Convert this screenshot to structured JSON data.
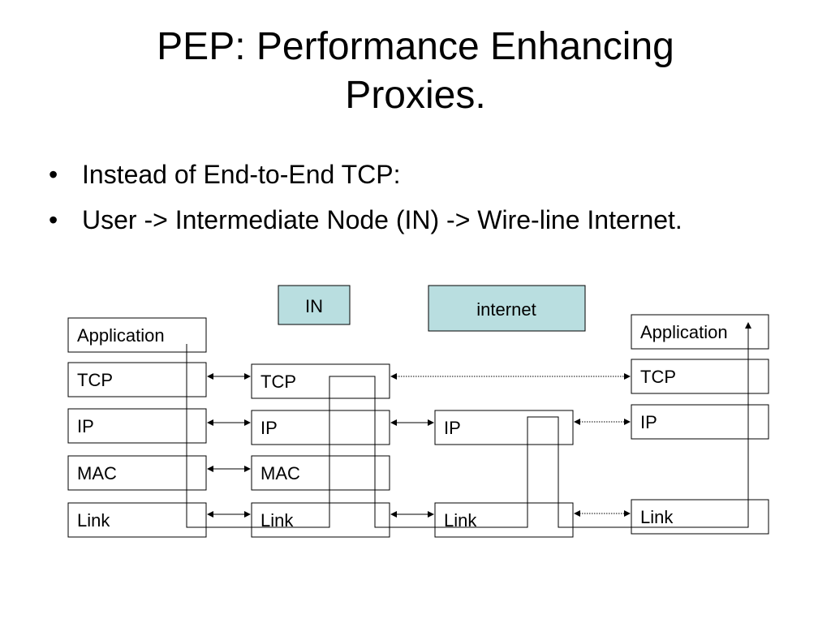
{
  "slide": {
    "title_line1": "PEP: Performance Enhancing",
    "title_line2": "Proxies.",
    "bullet_symbol": "•",
    "bullets": [
      "Instead of End-to-End TCP:",
      "User -> Intermediate Node (IN) -> Wire-line Internet."
    ]
  },
  "diagram": {
    "in_label": "IN",
    "internet_label": "internet",
    "internet_color": "#b9dee0",
    "user_stack": [
      "Application",
      "TCP",
      "IP",
      "MAC",
      "Link"
    ],
    "in_stack": [
      "TCP",
      "IP",
      "MAC",
      "Link"
    ],
    "router_stack": [
      "IP",
      "Link"
    ],
    "server_stack": [
      "Application",
      "TCP",
      "IP",
      "Link"
    ]
  }
}
